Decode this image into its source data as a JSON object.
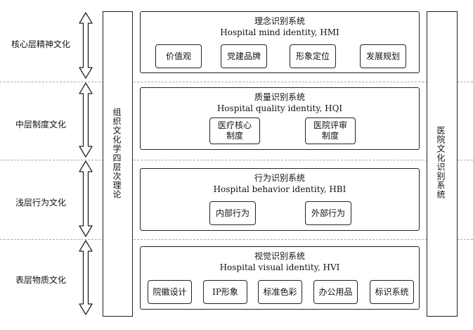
{
  "layers": {
    "core": "核心层精神文化",
    "middle": "中层制度文化",
    "shallow": "浅层行为文化",
    "surface": "表层物质文化"
  },
  "left_theory": "组织文化学四层次理论",
  "right_system": "医院文化识别系统",
  "systems": {
    "mind": {
      "title": "理念识别系统",
      "subtitle": "Hospital mind identity, HMI",
      "items": [
        "价值观",
        "党建品牌",
        "形象定位",
        "发展规划"
      ]
    },
    "quality": {
      "title": "质量识别系统",
      "subtitle": "Hospital quality identity, HQI",
      "items": [
        "医疗核心\n制度",
        "医院评审\n制度"
      ]
    },
    "behavior": {
      "title": "行为识别系统",
      "subtitle": "Hospital behavior identity, HBI",
      "items": [
        "内部行为",
        "外部行为"
      ]
    },
    "visual": {
      "title": "视觉识别系统",
      "subtitle": "Hospital visual identity, HVI",
      "items": [
        "院徽设计",
        "IP形象",
        "标准色彩",
        "办公用品",
        "标识系统"
      ]
    }
  }
}
